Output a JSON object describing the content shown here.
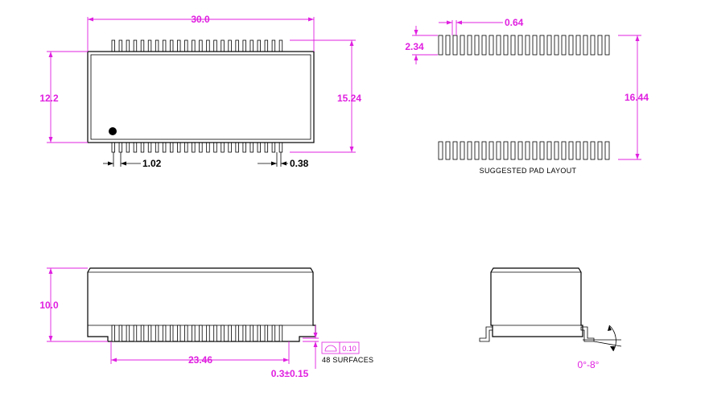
{
  "top_view": {
    "width_dim": "30.0",
    "height_dim": "12.2",
    "span_dim": "15.24",
    "pitch_dim": "1.02",
    "lead_width_dim": "0.38"
  },
  "pad_layout": {
    "pad_width_dim": "0.64",
    "pad_length_dim": "2.34",
    "row_span_dim": "16.44",
    "caption": "SUGGESTED PAD LAYOUT"
  },
  "side_view": {
    "height_dim": "10.0",
    "lead_span_dim": "23.46",
    "standoff_dim": "0.3±0.15",
    "coplanarity_value": "0.10",
    "coplanarity_note": "48 SURFACES"
  },
  "end_view": {
    "angle_dim": "0°-8°"
  },
  "colors": {
    "dimension": "#e020e0",
    "outline": "#000000"
  },
  "pin_count_per_side": 24
}
